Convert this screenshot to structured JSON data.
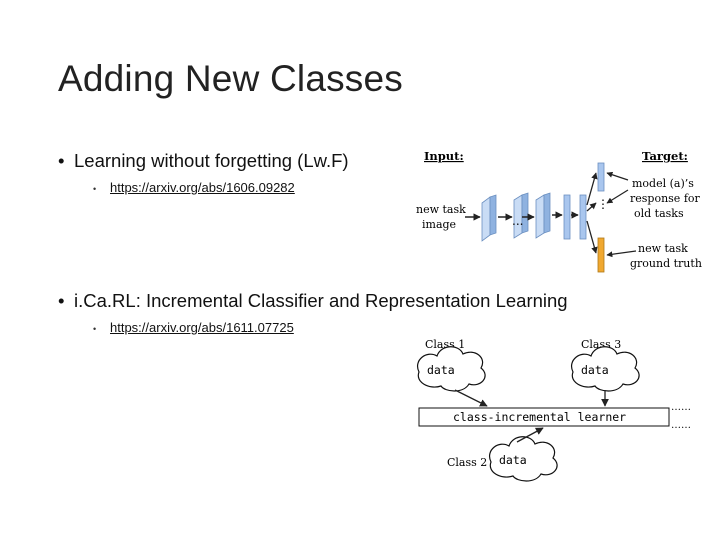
{
  "slide": {
    "title": "Adding New Classes",
    "items": [
      {
        "bullet": "•",
        "text": "Learning without forgetting (Lw.F)",
        "sub_bullet": "•",
        "link": "https://arxiv.org/abs/1606.09282"
      },
      {
        "bullet": "•",
        "text": "i.Ca.RL: Incremental Classifier and Representation Learning",
        "sub_bullet": "•",
        "link": "https://arxiv.org/abs/1611.07725"
      }
    ]
  },
  "lwf_figure": {
    "input_label": "Input:",
    "target_label": "Target:",
    "new_task_line1": "new task",
    "new_task_line2": "image",
    "dots": "...",
    "vertical_dots": "⋮",
    "model_response_line1": "model (a)’s",
    "model_response_line2": "response for",
    "model_response_line3": "old tasks",
    "ground_truth_line1": "new task",
    "ground_truth_line2": "ground truth",
    "colors": {
      "blocks": "#a9c6ee",
      "new_task_output": "#f0a830",
      "arrow": "#222222"
    }
  },
  "icarl_figure": {
    "class1": "Class 1",
    "class2": "Class 2",
    "class3": "Class 3",
    "data_label": "data",
    "learner_label": "class-incremental learner",
    "trailing_dots": "……"
  }
}
